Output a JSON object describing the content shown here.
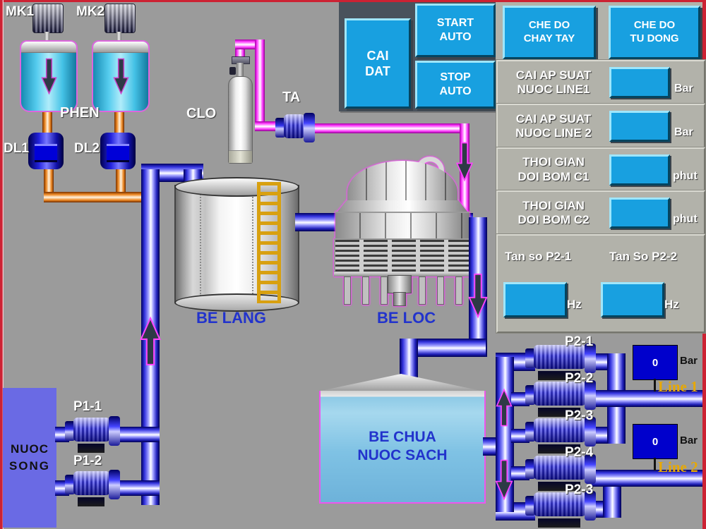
{
  "colors": {
    "background": "#9b9b9b",
    "accent_button": "#18a0e0",
    "panel": "#b2b2aa",
    "display_blue": "#0000cc",
    "line_label": "#e8a800",
    "tank_label": "#2233cc",
    "border_red": "#cc2233"
  },
  "top_controls": {
    "cai_dat": [
      "CAI",
      "DAT"
    ],
    "start_auto": [
      "START",
      "AUTO"
    ],
    "stop_auto": [
      "STOP",
      "AUTO"
    ],
    "che_do_tay": [
      "CHE DO",
      "CHAY TAY"
    ],
    "che_do_auto": [
      "CHE DO",
      "TU DONG"
    ]
  },
  "settings": {
    "rows": [
      {
        "line1": "CAI AP SUAT",
        "line2": "NUOC LINE1",
        "unit": "Bar",
        "value": ""
      },
      {
        "line1": "CAI AP SUAT",
        "line2": "NUOC LINE 2",
        "unit": "Bar",
        "value": ""
      },
      {
        "line1": "THOI GIAN",
        "line2": "DOI BOM C1",
        "unit": "phut",
        "value": ""
      },
      {
        "line1": "THOI GIAN",
        "line2": "DOI BOM C2",
        "unit": "phut",
        "value": ""
      }
    ],
    "frequency": {
      "label1": "Tan so P2-1",
      "label2": "Tan So P2-2",
      "unit": "Hz",
      "value1": "",
      "value2": ""
    }
  },
  "equipment": {
    "mixers": {
      "mk1": "MK1",
      "mk2": "MK2",
      "chemical": "PHEN"
    },
    "dosing": {
      "dl1": "DL1",
      "dl2": "DL2"
    },
    "chlorine": {
      "cylinder": "CLO",
      "pump": "TA"
    },
    "tanks": {
      "settling": "BE LANG",
      "filter": "BE LOC",
      "clean_line1": "BE CHUA",
      "clean_line2": "NUOC SACH"
    },
    "source": {
      "line1": "NUOC",
      "line2": "SONG"
    },
    "p1_pumps": [
      "P1-1",
      "P1-2"
    ],
    "p2_pumps": [
      "P2-1",
      "P2-2",
      "P2-3",
      "P2-4",
      "P2-3"
    ]
  },
  "lines": [
    {
      "value": "0",
      "unit": "Bar",
      "label": "Line 1"
    },
    {
      "value": "0",
      "unit": "Bar",
      "label": "Line 2"
    }
  ]
}
